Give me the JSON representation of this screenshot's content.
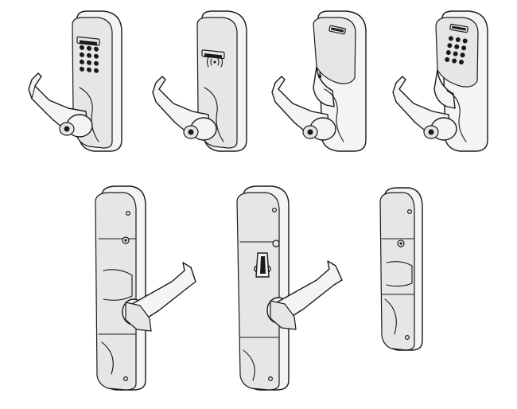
{
  "image": {
    "background": "#ffffff",
    "line_color": "#1a1a1a",
    "body_fill": "#f4f4f4",
    "shade_fill": "#e6e6e6"
  },
  "products": [
    {
      "name": "cylindrical-lever-keypad-lock"
    },
    {
      "name": "cylindrical-lever-proximity-lock"
    },
    {
      "name": "cylindrical-lever-card-reader-lock"
    },
    {
      "name": "cylindrical-lever-multi-tech-keypad-lock"
    },
    {
      "name": "mortise-lever-lock"
    },
    {
      "name": "mortise-lever-thumbturn-lock"
    },
    {
      "name": "exit-trim-lock"
    }
  ]
}
